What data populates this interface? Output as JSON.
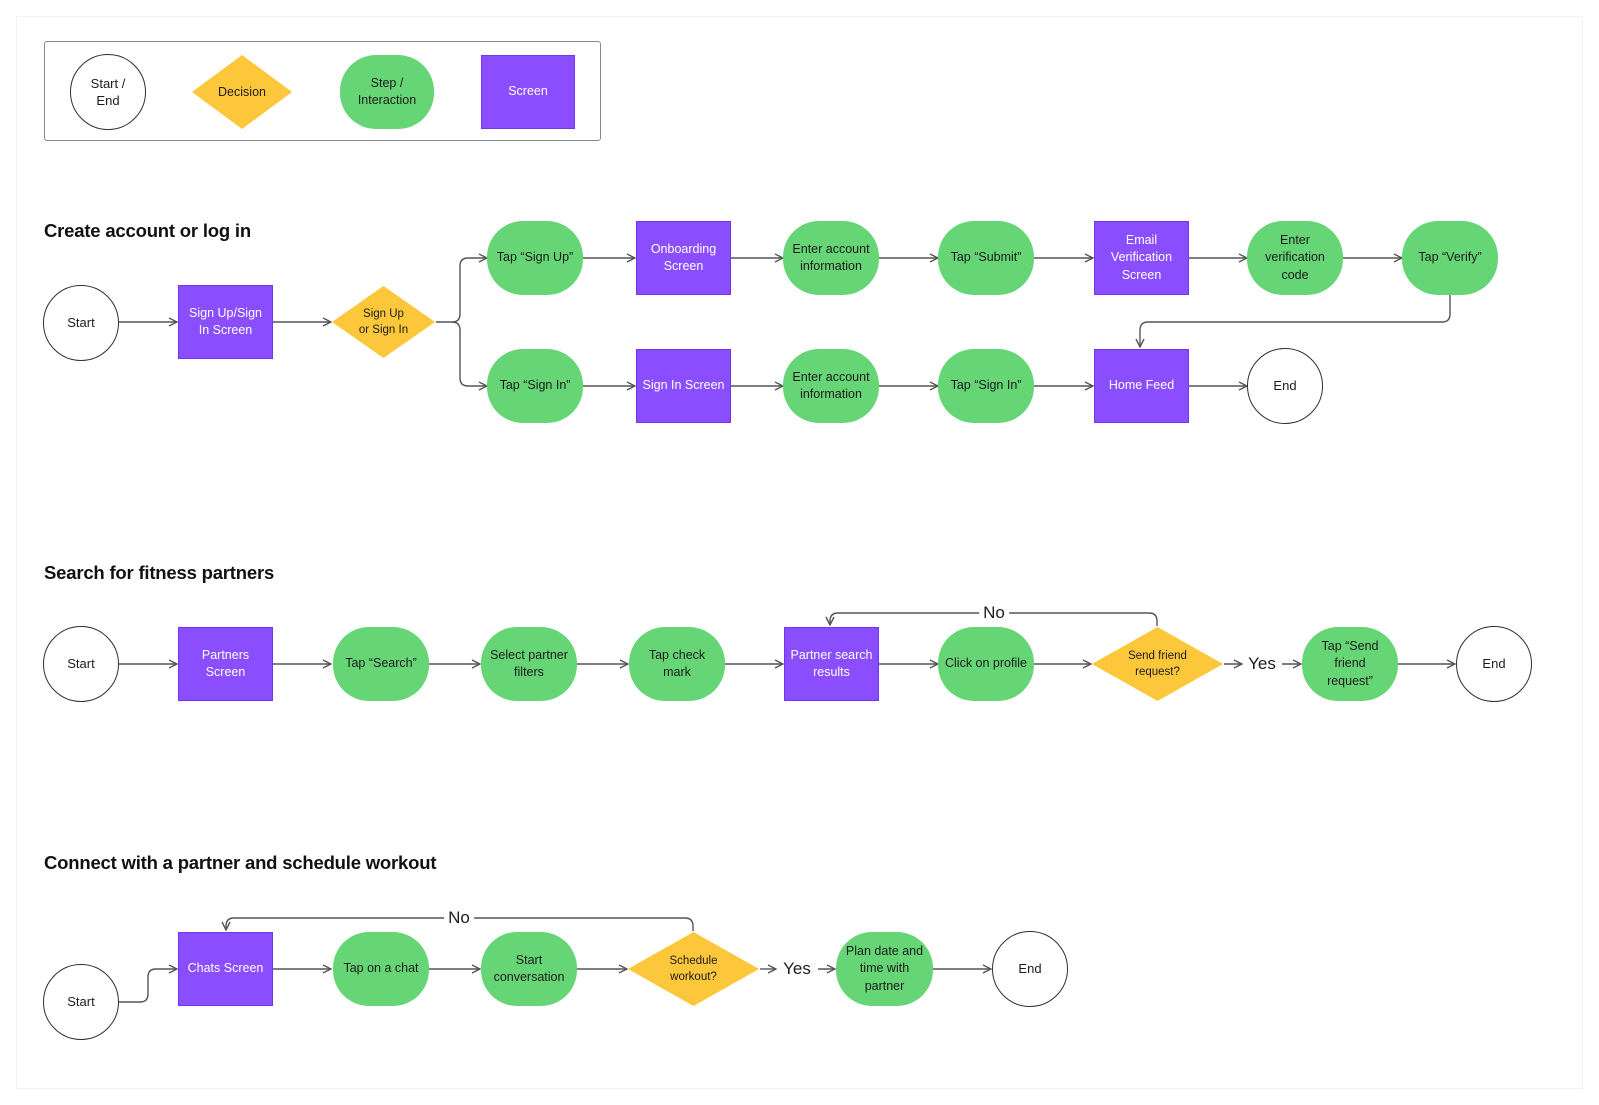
{
  "legend": {
    "start_end": "Start /\nEnd",
    "decision": "Decision",
    "step": "Step /\nInteraction",
    "screen": "Screen"
  },
  "colors": {
    "step": "#66d575",
    "screen": "#8a4eff",
    "decision": "#fcc73b",
    "line": "#555555"
  },
  "flow1": {
    "title": "Create account or log in",
    "start": "Start",
    "signup_signin_screen": "Sign Up/Sign\nIn Screen",
    "decision": "Sign Up\nor Sign In",
    "tap_sign_up": "Tap “Sign Up”",
    "onboarding_screen": "Onboarding\nScreen",
    "enter_account_info_1": "Enter account\ninformation",
    "tap_submit": "Tap “Submit”",
    "email_verification_screen": "Email\nVerification\nScreen",
    "enter_verification_code": "Enter\nverification\ncode",
    "tap_verify": "Tap “Verify”",
    "tap_sign_in_1": "Tap “Sign In”",
    "sign_in_screen": "Sign In Screen",
    "enter_account_info_2": "Enter account\ninformation",
    "tap_sign_in_2": "Tap “Sign In”",
    "home_feed": "Home Feed",
    "end": "End"
  },
  "flow2": {
    "title": "Search for fitness partners",
    "start": "Start",
    "partners_screen": "Partners\nScreen",
    "tap_search": "Tap “Search”",
    "select_filters": "Select partner\nfilters",
    "tap_check_mark": "Tap check\nmark",
    "search_results": "Partner search\nresults",
    "click_profile": "Click on profile",
    "decision": "Send friend\nrequest?",
    "tap_send_request": "Tap “Send\nfriend\nrequest”",
    "end": "End",
    "label_no": "No",
    "label_yes": "Yes"
  },
  "flow3": {
    "title": "Connect with a partner and schedule workout",
    "start": "Start",
    "chats_screen": "Chats Screen",
    "tap_chat": "Tap on a chat",
    "start_conversation": "Start\nconversation",
    "decision": "Schedule\nworkout?",
    "plan_date": "Plan date and\ntime with\npartner",
    "end": "End",
    "label_no": "No",
    "label_yes": "Yes"
  }
}
